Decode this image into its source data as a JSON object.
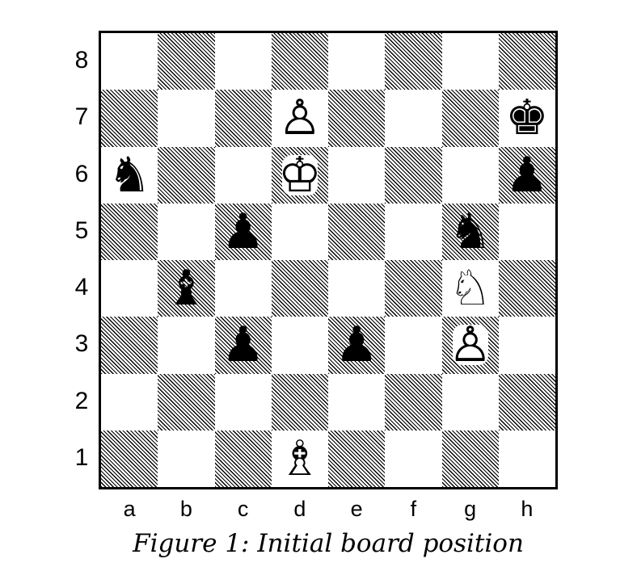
{
  "caption": "Figure 1: Initial board position",
  "ranks": [
    "8",
    "7",
    "6",
    "5",
    "4",
    "3",
    "2",
    "1"
  ],
  "files": [
    "a",
    "b",
    "c",
    "d",
    "e",
    "f",
    "g",
    "h"
  ],
  "pieces": [
    {
      "square": "d7",
      "color": "white",
      "type": "pawn",
      "glyph": "♙"
    },
    {
      "square": "h7",
      "color": "black",
      "type": "king",
      "glyph": "♚"
    },
    {
      "square": "a6",
      "color": "black",
      "type": "knight",
      "glyph": "♞"
    },
    {
      "square": "d6",
      "color": "white",
      "type": "king",
      "glyph": "♔"
    },
    {
      "square": "h6",
      "color": "black",
      "type": "pawn",
      "glyph": "♟"
    },
    {
      "square": "c5",
      "color": "black",
      "type": "pawn",
      "glyph": "♟"
    },
    {
      "square": "g5",
      "color": "black",
      "type": "knight",
      "glyph": "♞"
    },
    {
      "square": "b4",
      "color": "black",
      "type": "bishop",
      "glyph": "♝"
    },
    {
      "square": "g4",
      "color": "white",
      "type": "knight",
      "glyph": "♘"
    },
    {
      "square": "c3",
      "color": "black",
      "type": "pawn",
      "glyph": "♟"
    },
    {
      "square": "e3",
      "color": "black",
      "type": "pawn",
      "glyph": "♟"
    },
    {
      "square": "g3",
      "color": "white",
      "type": "pawn",
      "glyph": "♙"
    },
    {
      "square": "d1",
      "color": "white",
      "type": "bishop",
      "glyph": "♗"
    }
  ]
}
